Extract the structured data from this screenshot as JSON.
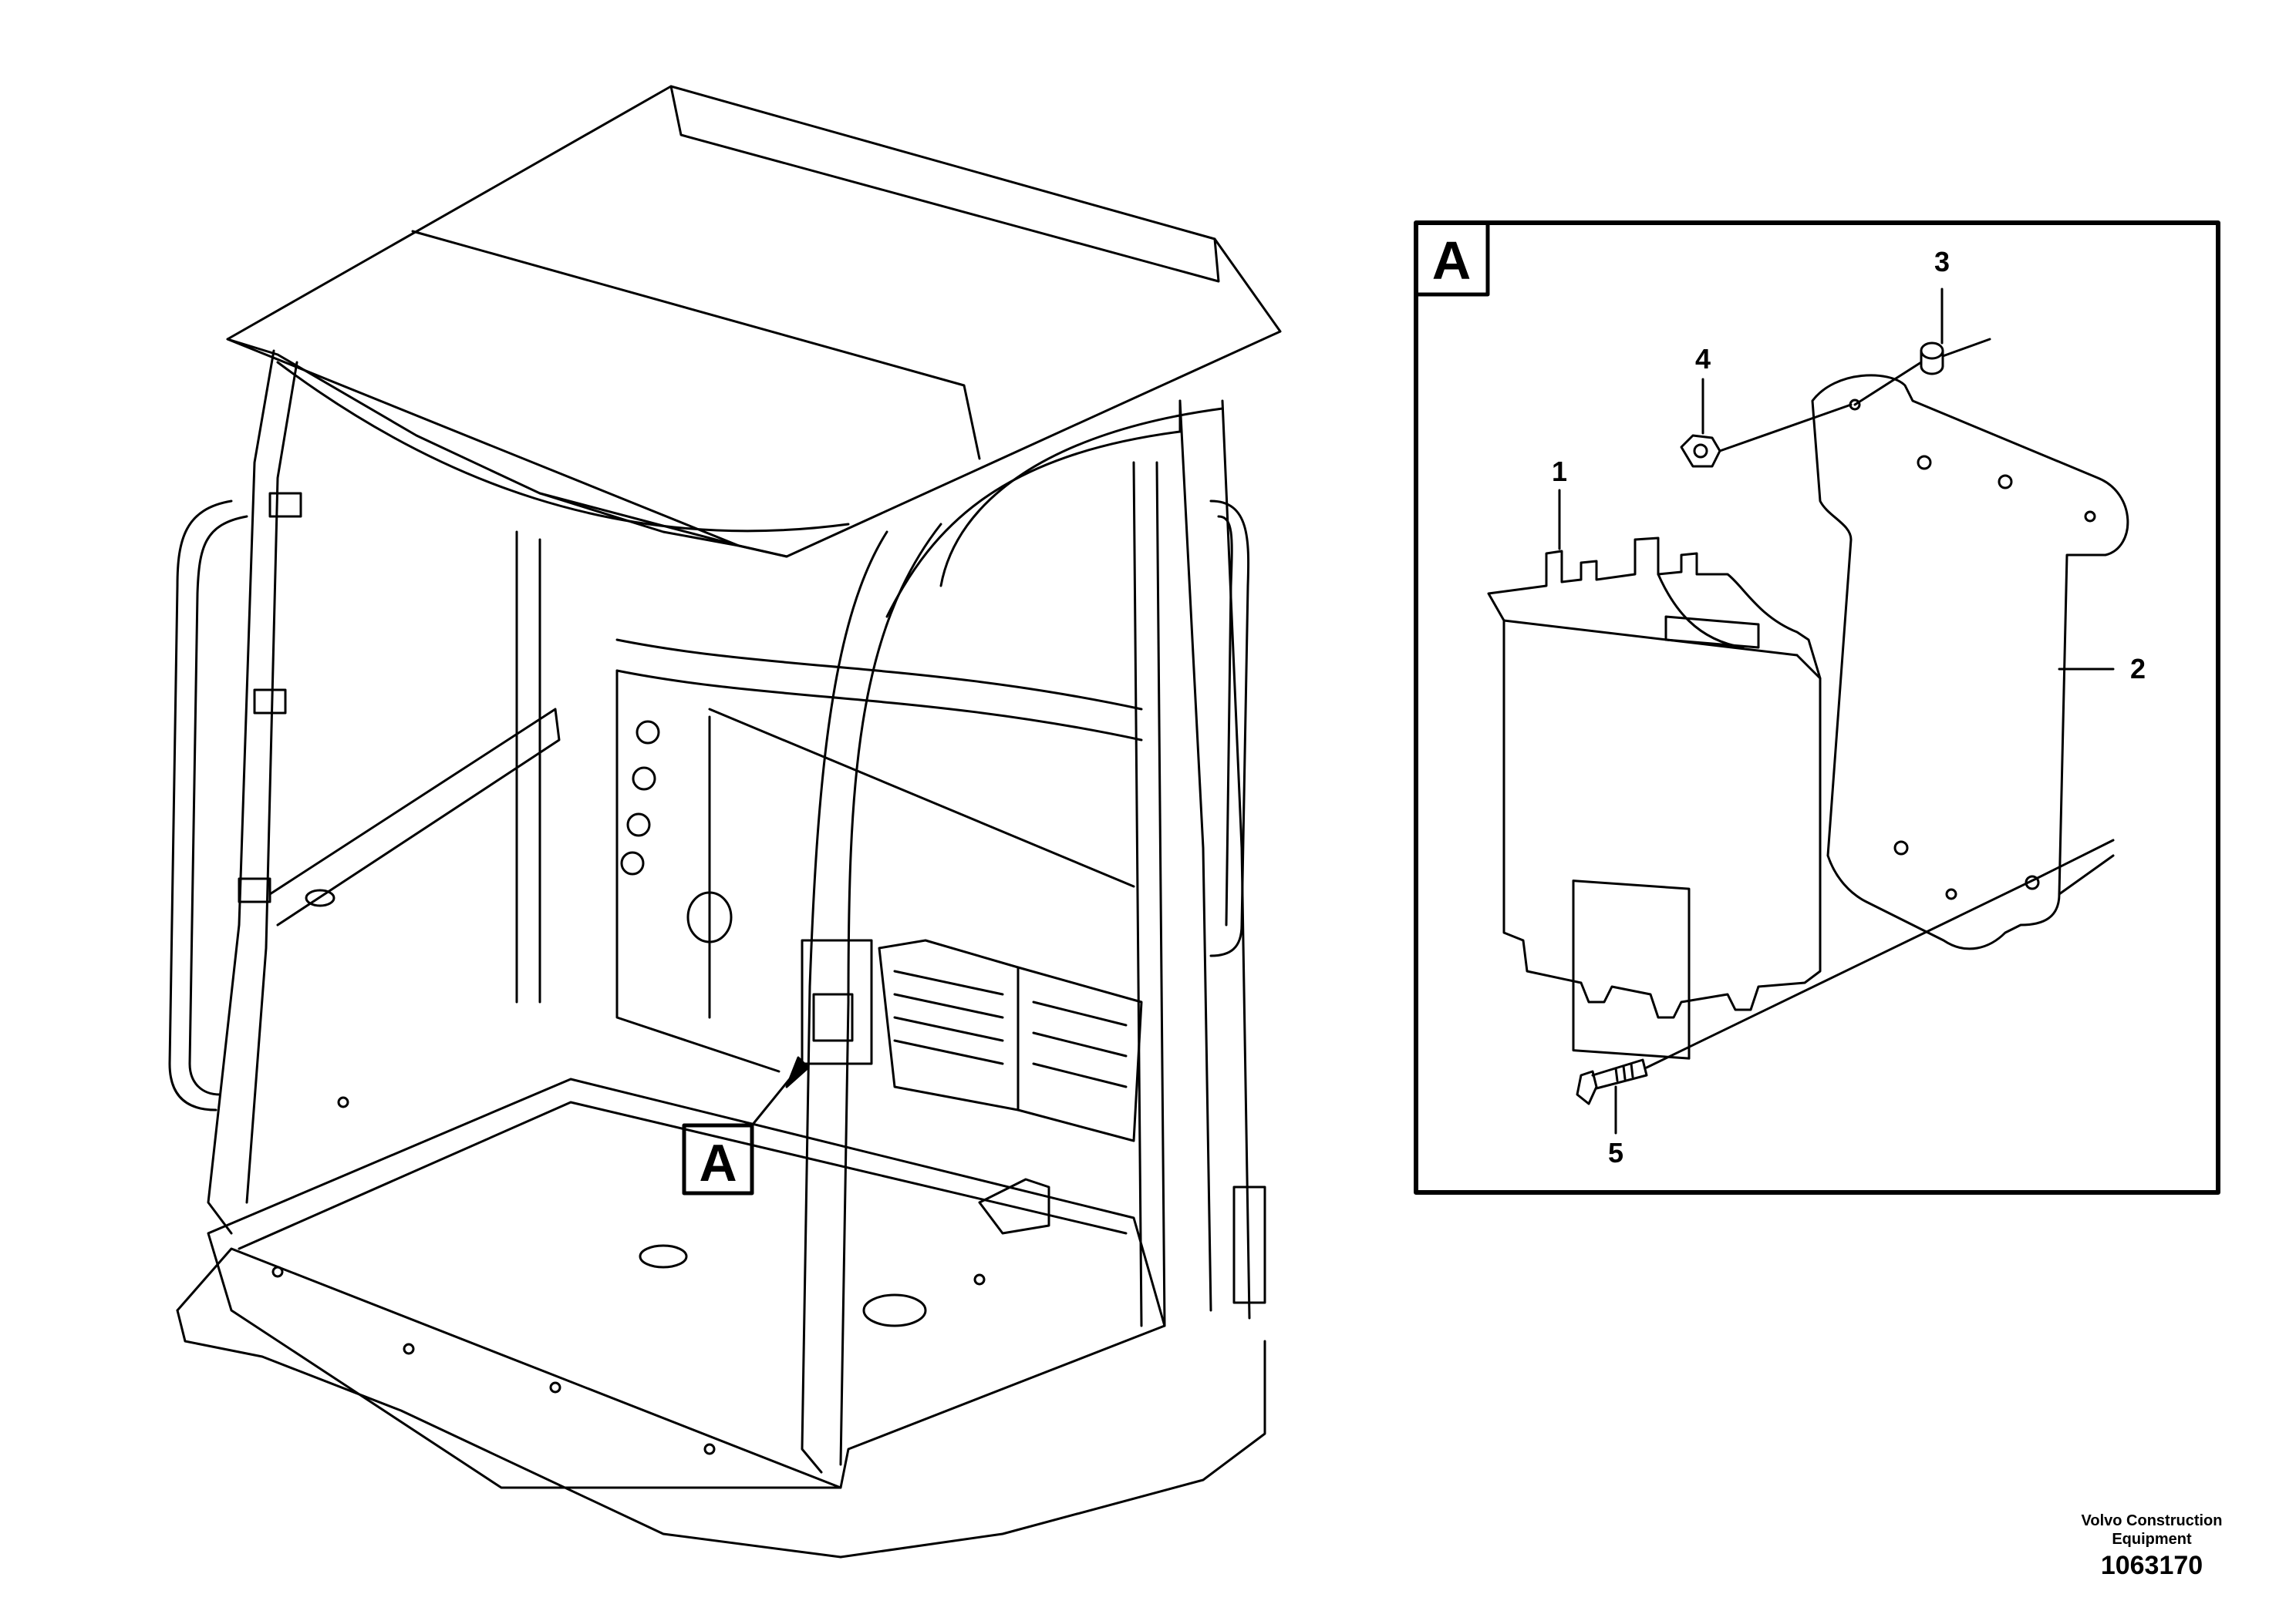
{
  "callout_main": "A",
  "detail_view": {
    "label": "A",
    "parts": [
      {
        "no": "1",
        "name": "control-unit"
      },
      {
        "no": "2",
        "name": "bracket"
      },
      {
        "no": "3",
        "name": "spacer"
      },
      {
        "no": "4",
        "name": "nut"
      },
      {
        "no": "5",
        "name": "screw"
      }
    ]
  },
  "footer": {
    "company_line1": "Volvo Construction",
    "company_line2": "Equipment",
    "drawing_number": "1063170"
  }
}
